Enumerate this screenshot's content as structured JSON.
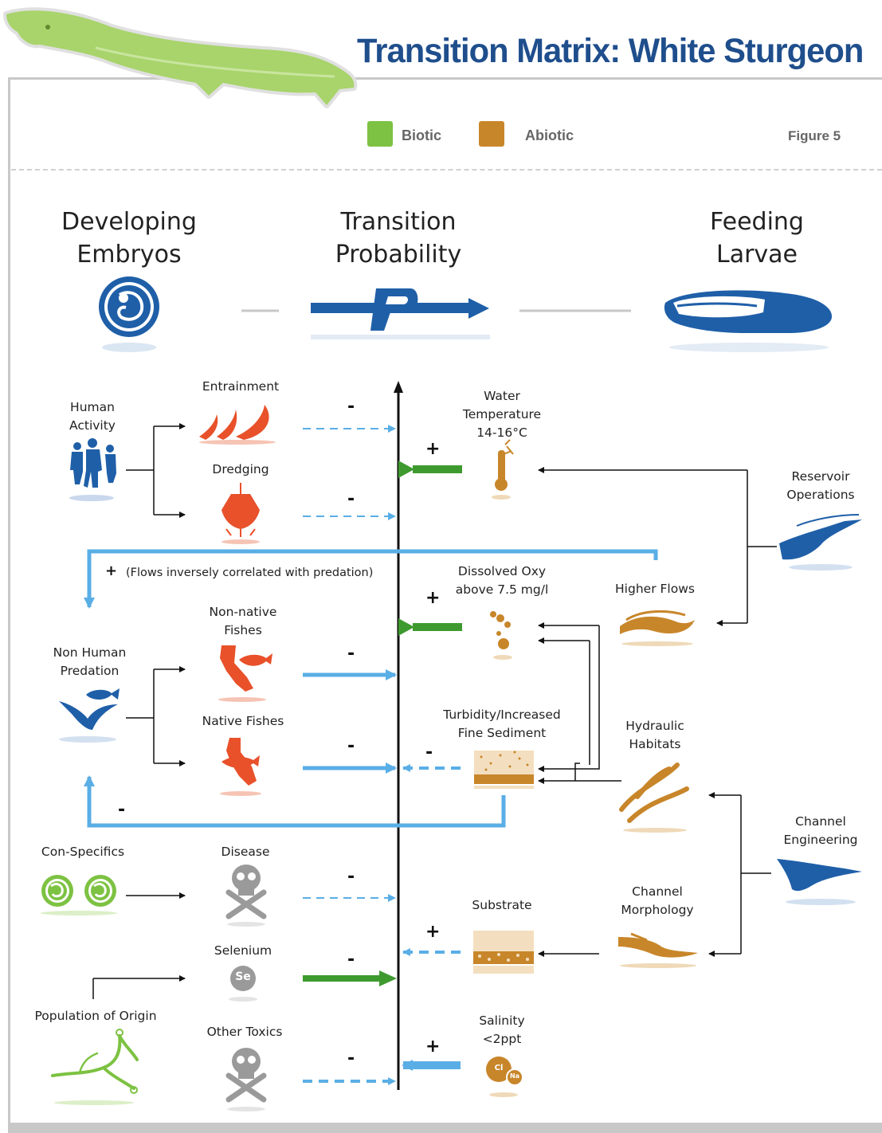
{
  "header": {
    "title": "Transition Matrix: White Sturgeon",
    "figure_label": "Figure 5",
    "logo_icon": "sturgeon-icon"
  },
  "legend": {
    "biotic": {
      "label": "Biotic",
      "color": "#7dc242"
    },
    "abiotic": {
      "label": "Abiotic",
      "color": "#c8862a"
    }
  },
  "stages": {
    "left": {
      "line1": "Developing",
      "line2": "Embryos",
      "icon": "embryo-icon"
    },
    "middle": {
      "line1": "Transition",
      "line2": "Probability",
      "icon": "probability-arrow-icon",
      "symbol": "P"
    },
    "right": {
      "line1": "Feeding",
      "line2": "Larvae",
      "icon": "larva-icon"
    }
  },
  "drivers": {
    "human_activity": {
      "line1": "Human",
      "line2": "Activity"
    },
    "non_human_predation": {
      "line1": "Non Human",
      "line2": "Predation"
    },
    "con_specifics": "Con-Specifics",
    "population_of_origin": "Population of Origin",
    "reservoir_operations": {
      "line1": "Reservoir",
      "line2": "Operations"
    },
    "channel_engineering": {
      "line1": "Channel",
      "line2": "Engineering"
    },
    "higher_flows": "Higher Flows",
    "hydraulic_habitats": {
      "line1": "Hydraulic",
      "line2": "Habitats"
    },
    "channel_morphology": {
      "line1": "Channel",
      "line2": "Morphology"
    }
  },
  "factors": {
    "entrainment": "Entrainment",
    "dredging": "Dredging",
    "non_native_fishes": {
      "line1": "Non-native",
      "line2": "Fishes"
    },
    "native_fishes": "Native Fishes",
    "disease": "Disease",
    "selenium": {
      "label": "Selenium",
      "symbol": "Se"
    },
    "other_toxics": "Other Toxics",
    "water_temperature": {
      "line1": "Water",
      "line2": "Temperature",
      "line3": "14-16°C"
    },
    "dissolved_oxy": {
      "line1": "Dissolved Oxy",
      "line2": "above 7.5 mg/l"
    },
    "turbidity": {
      "line1": "Turbidity/Increased",
      "line2": "Fine Sediment"
    },
    "substrate": "Substrate",
    "salinity": {
      "line1": "Salinity",
      "line2": "<2ppt",
      "symbol1": "Cl",
      "symbol2": "Na"
    }
  },
  "annotations": {
    "flows_note": "(Flows inversely correlated with predation)",
    "plus": "+",
    "minus": "-"
  },
  "colors": {
    "blue": "#1f5fa8",
    "light_blue": "#5aaee6",
    "orange_red": "#e8512a",
    "green": "#7dc242",
    "dark_green": "#3e9a2f",
    "brown": "#c8862a",
    "gray": "#9a9a9a"
  }
}
